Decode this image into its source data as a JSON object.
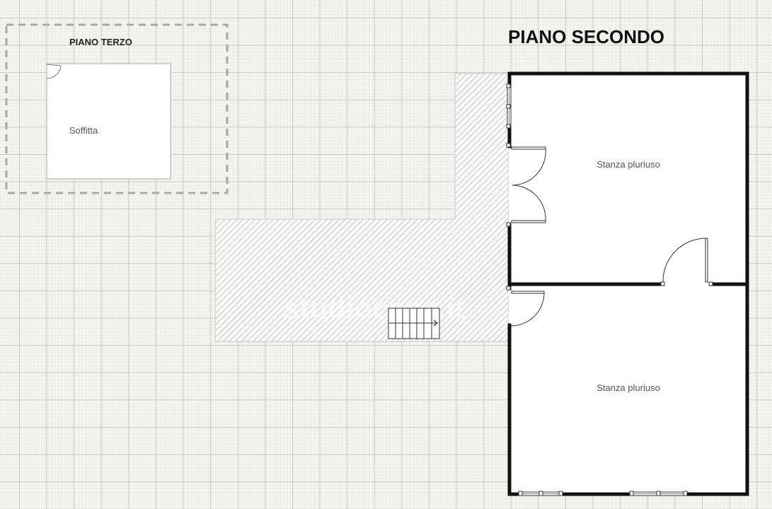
{
  "floors": {
    "second": {
      "title": "PIANO SECONDO",
      "rooms": [
        {
          "label": "Stanza pluriuso"
        },
        {
          "label": "Stanza pluriuso"
        }
      ]
    },
    "third": {
      "title": "PIANO TERZO",
      "rooms": [
        {
          "label": "Soffitta"
        }
      ]
    }
  },
  "watermark": "studiocasa.it",
  "colors": {
    "background": "#f5f5f0",
    "grid_minor": "#e3e3dd",
    "grid_major": "#bdbdb7",
    "wall": "#111111",
    "hatch": "#b8b8b8",
    "dashed_outline": "#a8a8a8"
  }
}
